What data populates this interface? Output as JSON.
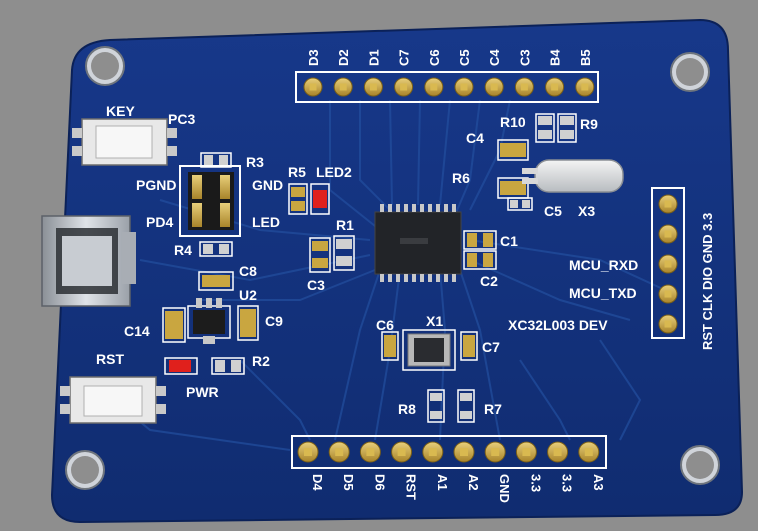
{
  "colors": {
    "background": "#8e8e8e",
    "board": "#14347f",
    "trace": "#1f4a9e",
    "silkscreen": "#ffffff",
    "pad_gold": "#c9a640",
    "led_red": "#e0201c"
  },
  "top_header": {
    "pins": [
      "D3",
      "D2",
      "D1",
      "C7",
      "C6",
      "C5",
      "C4",
      "C3",
      "B4",
      "B5"
    ]
  },
  "bottom_header": {
    "pins": [
      "D4",
      "D5",
      "D6",
      "RST",
      "A1",
      "A2",
      "GND",
      "3.3",
      "3.3",
      "A3"
    ]
  },
  "right_header": {
    "label": "RST CLK DIO GND 3.3"
  },
  "labels": {
    "key": "KEY",
    "pc3": "PC3",
    "pgnd": "PGND",
    "gnd": "GND",
    "pd4": "PD4",
    "led": "LED",
    "r3": "R3",
    "r4": "R4",
    "r5": "R5",
    "led2": "LED2",
    "r1": "R1",
    "c3": "C3",
    "c1": "C1",
    "c2": "C2",
    "c4": "C4",
    "r6": "R6",
    "r10": "R10",
    "r9": "R9",
    "c5": "C5",
    "x3": "X3",
    "c8": "C8",
    "u2": "U2",
    "c9": "C9",
    "c14": "C14",
    "r2": "R2",
    "rst": "RST",
    "pwr": "PWR",
    "c6": "C6",
    "x1": "X1",
    "c7": "C7",
    "r8": "R8",
    "r7": "R7",
    "mcu_rxd": "MCU_RXD",
    "mcu_txd": "MCU_TXD",
    "board_name": "XC32L003 DEV"
  }
}
